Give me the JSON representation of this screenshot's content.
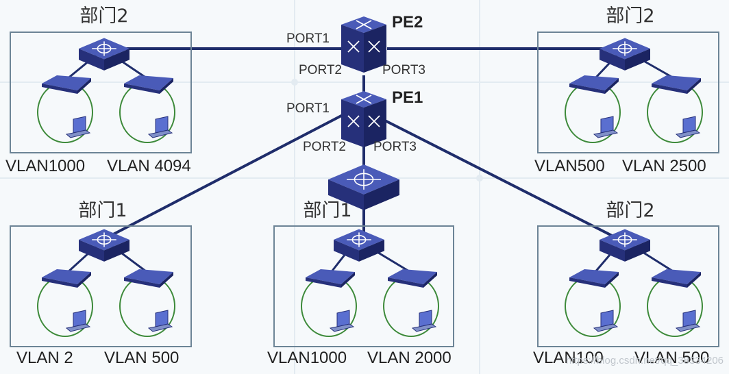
{
  "devices": {
    "pe2": {
      "name": "PE2",
      "port_left": "PORT1",
      "port_down": "PORT2",
      "port_right": "PORT3"
    },
    "pe1": {
      "name": "PE1",
      "port_left": "PORT1",
      "port_down": "PORT2",
      "port_right": "PORT3"
    }
  },
  "departments": [
    {
      "label": "部门2",
      "vlan_left": "VLAN1000",
      "vlan_right": "VLAN 4094"
    },
    {
      "label": "部门2",
      "vlan_left": "VLAN500",
      "vlan_right": "VLAN 2500"
    },
    {
      "label": "部门1",
      "vlan_left": "VLAN 2",
      "vlan_right": "VLAN 500"
    },
    {
      "label": "部门1",
      "vlan_left": "VLAN1000",
      "vlan_right": "VLAN 2000"
    },
    {
      "label": "部门2",
      "vlan_left": "VLAN100",
      "vlan_right": "VLAN 500"
    }
  ],
  "watermark": "https://blog.csdn.net/qq_38334206",
  "colors": {
    "line": "#1f2d6b",
    "switch_top": "#4a5bb8",
    "switch_side": "#26307a",
    "box_border": "#6c8496",
    "circle": "#3d8a3a"
  }
}
